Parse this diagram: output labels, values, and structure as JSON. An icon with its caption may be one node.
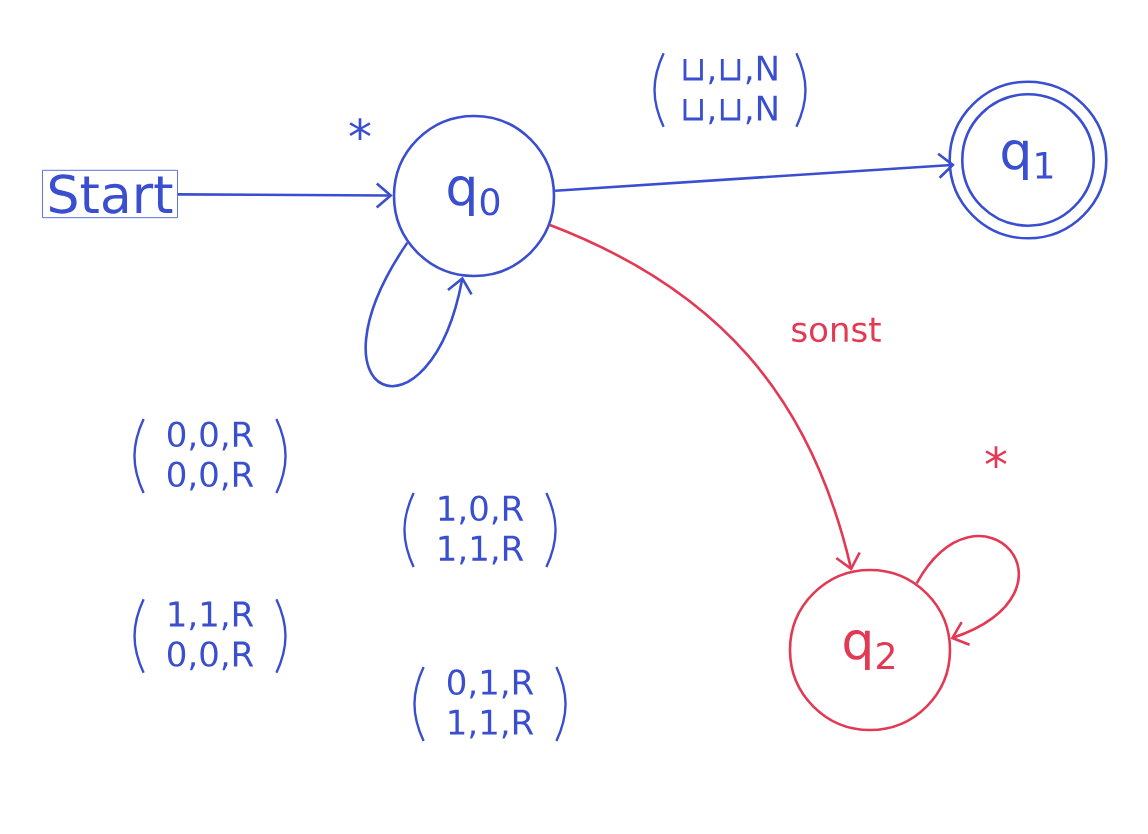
{
  "diagram": {
    "nodes": [
      {
        "text": [
          "Start"
        ]
      },
      {
        "text": [
          "q$_{0}$"
        ]
      },
      {
        "text": [
          "q$_{1}$"
        ]
      },
      {
        "text": [
          "q$_{2}$"
        ]
      }
    ],
    "edges": [
      {
        "from": 0,
        "to": 1,
        "arrow": "to",
        "label": "*"
      },
      {
        "from": 1,
        "to": 2,
        "arrow": "to",
        "label": "⊔,⊔,N ⊔,⊔,N"
      },
      {
        "from": 1,
        "to": 1,
        "arrow": "to",
        "label": "0,0,R 0,0,R"
      },
      {
        "from": 1,
        "to": 3,
        "arrow": "to",
        "label": "sonst",
        "color": "#e23a55"
      },
      {
        "from": 3,
        "to": 3,
        "arrow": "to",
        "label": "*",
        "color": "#e23a55"
      }
    ],
    "labels": [
      "1,0,R 1,1,R",
      "1,1,R 0,0,R",
      "0,1,R 1,1,R"
    ]
  }
}
